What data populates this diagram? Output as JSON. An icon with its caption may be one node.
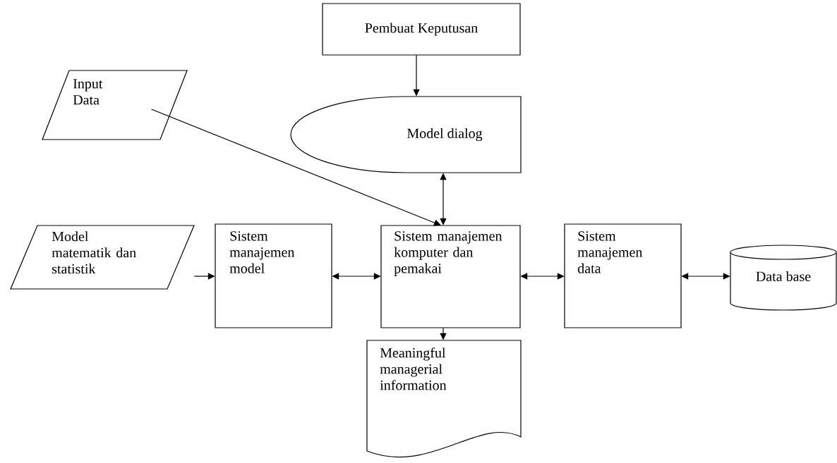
{
  "diagram": {
    "nodes": [
      {
        "text": [
          "Pembuat Keputusan"
        ]
      },
      {
        "text": [
          "Input Data"
        ]
      },
      {
        "text": [
          "Model dialog"
        ]
      },
      {
        "text": [
          "Model matematik dan statistik"
        ]
      },
      {
        "text": [
          "Sistem manajemen model"
        ]
      },
      {
        "text": [
          "Sistem manajemen komputer dan pemakai"
        ]
      },
      {
        "text": [
          "Sistem manajemen data"
        ]
      },
      {
        "text": [
          "Data base"
        ]
      },
      {
        "text": [
          "Meaningful managerial information"
        ]
      }
    ],
    "edges": [
      {
        "from": 0,
        "to": 2,
        "arrow": "to"
      },
      {
        "from": 1,
        "to": 5,
        "arrow": "to"
      },
      {
        "from": 2,
        "to": 5,
        "arrow": "both"
      },
      {
        "from": 3,
        "to": 4,
        "arrow": "to"
      },
      {
        "from": 4,
        "to": 5,
        "arrow": "both"
      },
      {
        "from": 5,
        "to": 6,
        "arrow": "both"
      },
      {
        "from": 6,
        "to": 7,
        "arrow": "both"
      },
      {
        "from": 5,
        "to": 8,
        "arrow": "to"
      }
    ]
  }
}
